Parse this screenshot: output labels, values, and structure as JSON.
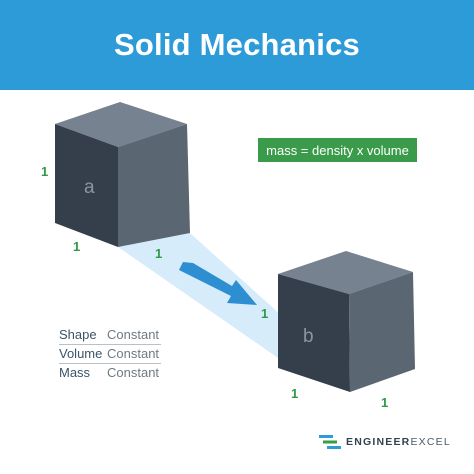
{
  "header": {
    "title": "Solid Mechanics"
  },
  "formula": "mass = density x volume",
  "cube_a": {
    "label": "a",
    "height_label": "1",
    "width_label": "1",
    "depth_label": "1"
  },
  "cube_b": {
    "label": "b",
    "height_label": "1",
    "width_label": "1",
    "depth_label": "1"
  },
  "properties": [
    {
      "name": "Shape",
      "value": "Constant"
    },
    {
      "name": "Volume",
      "value": "Constant"
    },
    {
      "name": "Mass",
      "value": "Constant"
    }
  ],
  "brand": {
    "bold": "ENGINEER",
    "light": "EXCEL",
    "icon": "engineerexcel-logo-icon"
  },
  "colors": {
    "banner": "#2d9bd8",
    "formula_bg": "#3a9c4b",
    "dimension_text": "#2f9a48",
    "arrow": "#2d8fd1",
    "beam": "#d6ecfa",
    "cube_front": "#343f4b",
    "cube_side": "#5a6672",
    "cube_top": "#768290"
  }
}
